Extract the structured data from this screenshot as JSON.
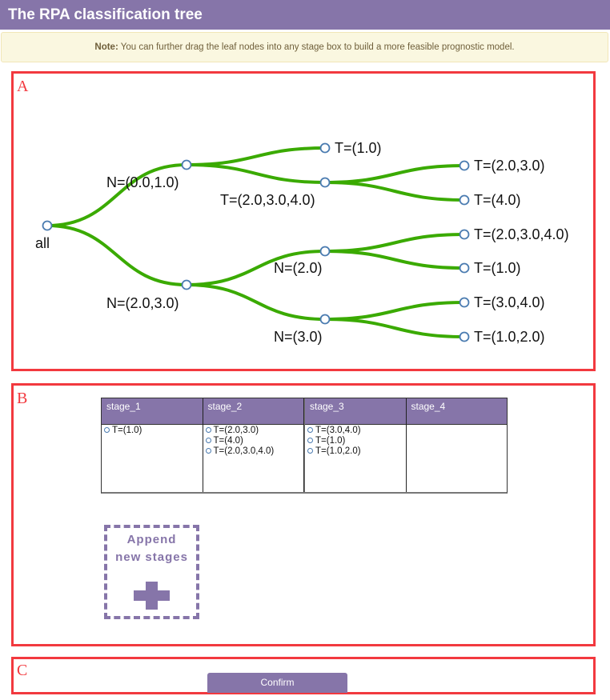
{
  "header": {
    "title": "The RPA classification tree"
  },
  "note": {
    "prefix": "Note:",
    "text": " You can further drag the leaf nodes into any stage box to build a more feasible prognostic model."
  },
  "regions": {
    "a": "A",
    "b": "B",
    "c": "C"
  },
  "colors": {
    "accent": "#8675a9",
    "branch": "#3aaa00",
    "node_stroke": "#4a7bb0",
    "region_border": "#f2393f",
    "note_bg": "#faf7e0"
  },
  "tree": {
    "root": {
      "label": "all"
    },
    "n1": {
      "label": "N=(0.0,1.0)"
    },
    "n2": {
      "label": "N=(2.0,3.0)"
    },
    "n1_leaf": {
      "label": "T=(1.0)"
    },
    "n1_mid": {
      "label": "T=(2.0,3.0,4.0)"
    },
    "n1_mid_leaf1": {
      "label": "T=(2.0,3.0)"
    },
    "n1_mid_leaf2": {
      "label": "T=(4.0)"
    },
    "n2a": {
      "label": "N=(2.0)"
    },
    "n2b": {
      "label": "N=(3.0)"
    },
    "n2a_leaf1": {
      "label": "T=(2.0,3.0,4.0)"
    },
    "n2a_leaf2": {
      "label": "T=(1.0)"
    },
    "n2b_leaf1": {
      "label": "T=(3.0,4.0)"
    },
    "n2b_leaf2": {
      "label": "T=(1.0,2.0)"
    }
  },
  "stages": [
    {
      "name": "stage_1",
      "items": [
        "T=(1.0)"
      ]
    },
    {
      "name": "stage_2",
      "items": [
        "T=(2.0,3.0)",
        "T=(4.0)",
        "T=(2.0,3.0,4.0)"
      ]
    },
    {
      "name": "stage_3",
      "items": [
        "T=(3.0,4.0)",
        "T=(1.0)",
        "T=(1.0,2.0)"
      ]
    },
    {
      "name": "stage_4",
      "items": []
    }
  ],
  "append": {
    "line1": "Append",
    "line2": "new stages"
  },
  "confirm": {
    "label": "Confirm"
  }
}
